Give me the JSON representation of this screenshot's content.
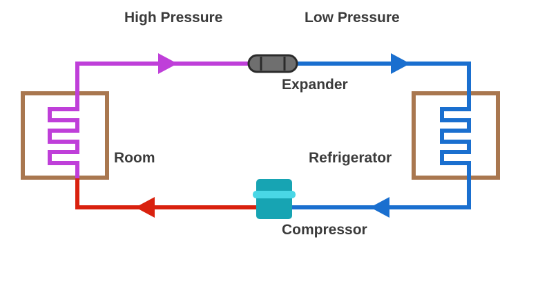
{
  "labels": {
    "high_pressure": "High Pressure",
    "low_pressure": "Low Pressure",
    "expander": "Expander",
    "room": "Room",
    "refrigerator": "Refrigerator",
    "compressor": "Compressor"
  },
  "colors": {
    "hot_pipe": "#bf3fd9",
    "cold_pipe": "#1a6fcf",
    "return_pipe": "#d9210e",
    "box": "#a9774f",
    "compressor": "#17a4b3",
    "compressor_band": "#49d7e6",
    "expander": "#6f6f6f",
    "text": "#3b3b3b"
  }
}
